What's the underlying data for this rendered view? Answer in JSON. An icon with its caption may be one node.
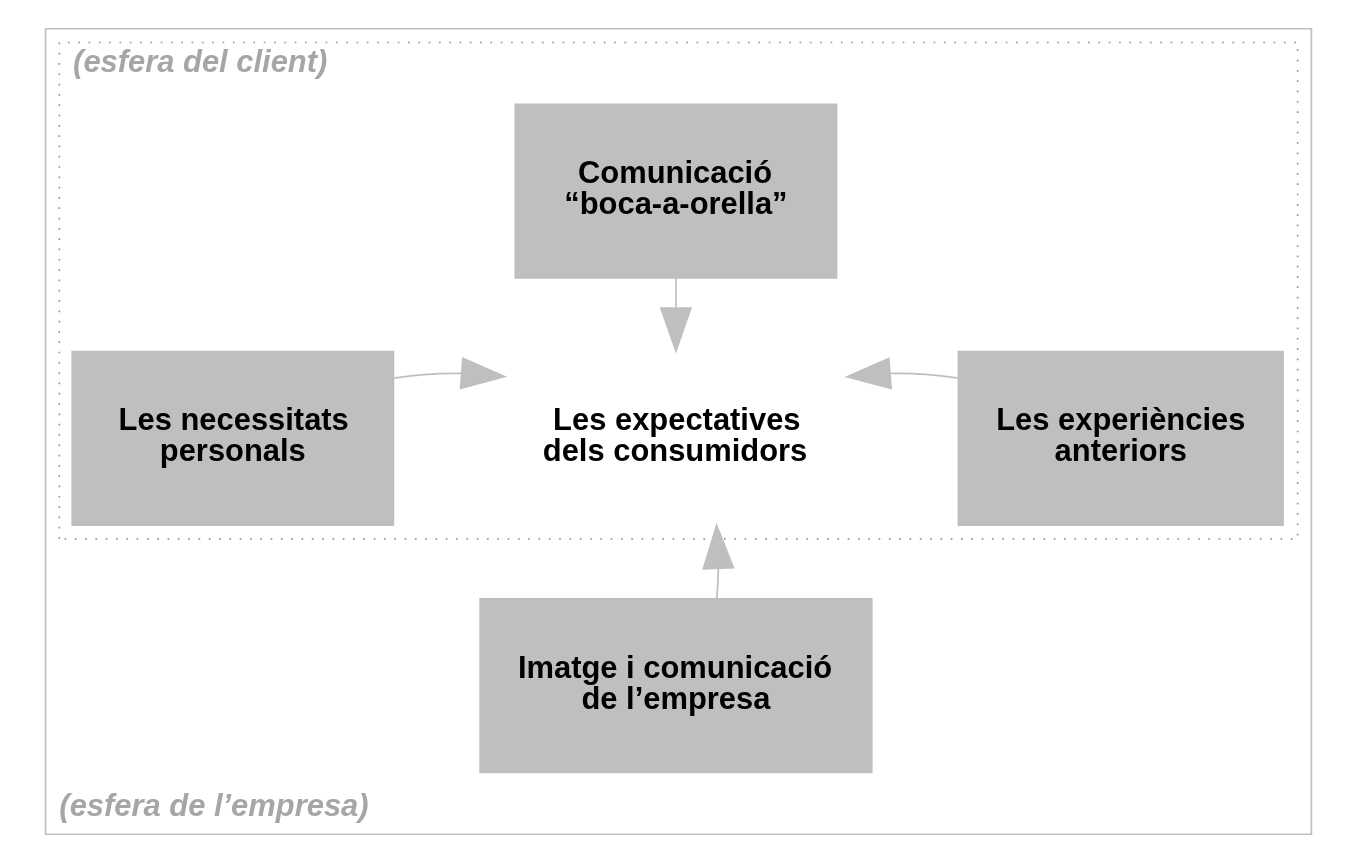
{
  "diagram": {
    "nodes": [
      {
        "text": [
          "(esfera de l’empresa)"
        ]
      },
      {
        "text": [
          "(esfera del client)"
        ],
        "in": 0
      },
      {
        "text": [
          "Comunicació “boca-a-orella”"
        ],
        "in": 1
      },
      {
        "text": [
          "Les necessitats personals"
        ],
        "in": 1
      },
      {
        "text": [
          "Les expectatives dels consumidors"
        ],
        "in": 1
      },
      {
        "text": [
          "Les experiències anteriors"
        ],
        "in": 1
      },
      {
        "text": [
          "Imatge i comunicació de l’empresa"
        ],
        "in": 0
      }
    ],
    "edges": [
      {
        "from": 2,
        "to": 4,
        "arrow": "to"
      },
      {
        "from": 3,
        "to": 4,
        "arrow": "to"
      },
      {
        "from": 5,
        "to": 4,
        "arrow": "to"
      },
      {
        "from": 6,
        "to": 4,
        "arrow": "to"
      }
    ]
  }
}
